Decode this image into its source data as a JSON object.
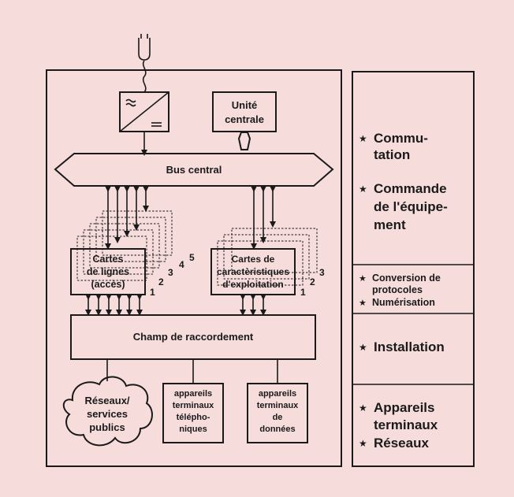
{
  "colors": {
    "background": "#f7dcdc",
    "ink": "#1a1a1a"
  },
  "icons": [
    "power-plug-icon",
    "converter-icon",
    "cloud-icon",
    "star-bullet-icon"
  ],
  "diagram": {
    "unite_centrale": [
      "Unité",
      "centrale"
    ],
    "bus_central": "Bus central",
    "cartes_lignes": [
      "Cartes",
      "de lignes",
      "(accès)"
    ],
    "cartes_lignes_numbers": [
      "1",
      "2",
      "3",
      "4",
      "5"
    ],
    "cartes_carac": [
      "Cartes de",
      "caractèristiques",
      "d'exploitation"
    ],
    "cartes_carac_numbers": [
      "1",
      "2",
      "3"
    ],
    "champ": "Champ de raccordement",
    "reseaux": [
      "Réseaux/",
      "services",
      "publics"
    ],
    "app_tel": [
      "appareils",
      "terminaux",
      "télépho-",
      "niques"
    ],
    "app_don": [
      "appareils",
      "terminaux",
      "de",
      "données"
    ]
  },
  "legend": {
    "section1": [
      "Commu-",
      "tation",
      "Commande",
      "de l'équipe-",
      "ment"
    ],
    "section2": [
      "Conversion de",
      "protocoles",
      "Numérisation"
    ],
    "section3": [
      "Installation"
    ],
    "section4": [
      "Appareils",
      "terminaux",
      "Réseaux"
    ]
  }
}
